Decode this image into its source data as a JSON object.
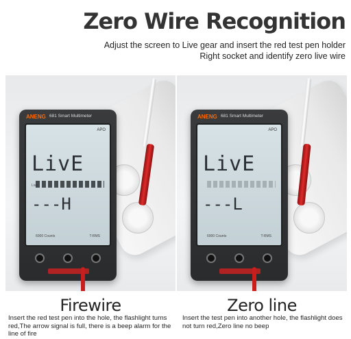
{
  "header": {
    "title": "Zero Wire Recognition",
    "subtitle_line1": "Adjust the screen to Live gear and insert the red test pen holder",
    "subtitle_line2": "Right socket and identify zero live wire"
  },
  "panels": [
    {
      "brand": "ANENG",
      "model": "681  Smart Multimeter",
      "apo": "APO",
      "display_main": "LivE",
      "display_live_label": "Live",
      "display_second": "---H",
      "counts": "6000 Counts",
      "trms": "T-RMS",
      "signal_full": true,
      "caption": "Firewire",
      "description": "Insert the red test pen into the hole, the flashlight turns red,The arrow signal is full, there is a beep alarm for the line of fire"
    },
    {
      "brand": "ANENG",
      "model": "681  Smart Multimeter",
      "apo": "APO",
      "display_main": "LivE",
      "display_live_label": "",
      "display_second": "---L",
      "counts": "6000 Counts",
      "trms": "T-RMS",
      "signal_full": false,
      "caption": "Zero line",
      "description": "Insert the test pen into another hole, the flashlight does not turn red,Zero line no beep"
    }
  ]
}
